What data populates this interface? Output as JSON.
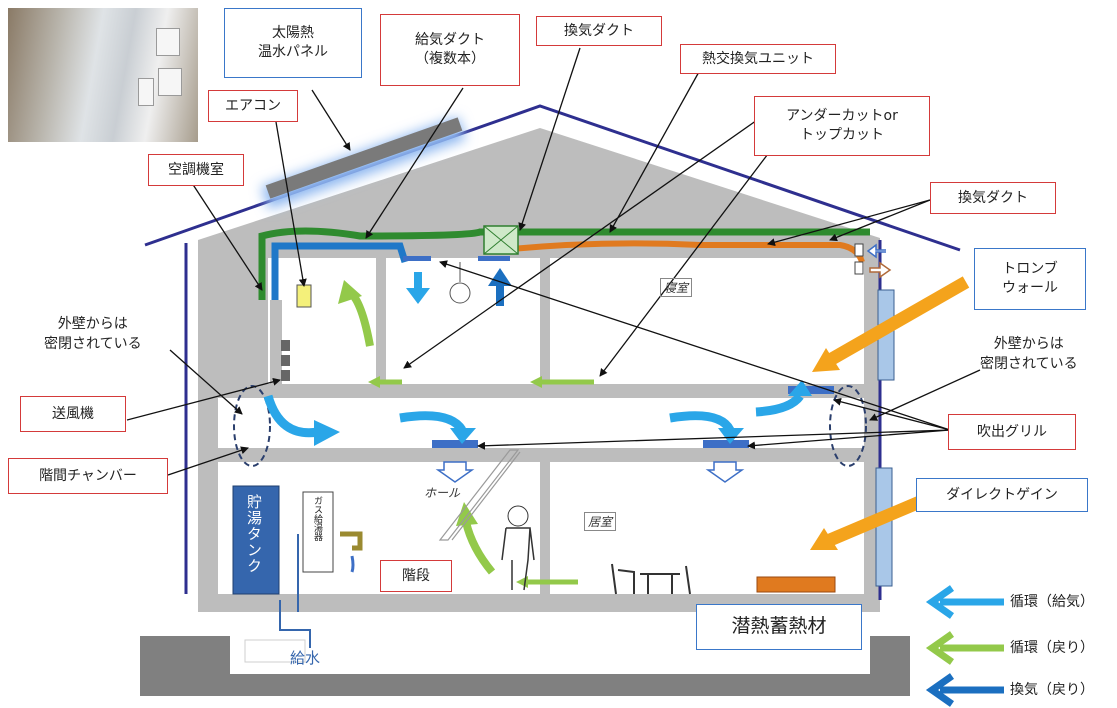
{
  "labels": {
    "solar_panel": [
      "太陽熱",
      "温水パネル"
    ],
    "supply_duct": [
      "給気ダクト",
      "（複数本）"
    ],
    "vent_duct_top": "換気ダクト",
    "hrv_unit": "熱交換気ユニット",
    "aircon": "エアコン",
    "undercut": [
      "アンダーカットor",
      "トップカット"
    ],
    "hvac_room": "空調機室",
    "vent_duct_right": "換気ダクト",
    "trombe_wall": [
      "トロンブ",
      "ウォール"
    ],
    "sealed_left": [
      "外壁からは",
      "密閉されている"
    ],
    "sealed_right": [
      "外壁からは",
      "密閉されている"
    ],
    "blower": "送風機",
    "outlet_grille": "吹出グリル",
    "chamber": "階間チャンバー",
    "direct_gain": "ダイレクトゲイン",
    "stairs": "階段",
    "latent_storage": "潜熱蓄熱材"
  },
  "rooms": {
    "bedroom": "寝室",
    "hall": "ホール",
    "living": "居室"
  },
  "equipment": {
    "tank": "貯湯タンク",
    "gas_heater": "ガス給湯器",
    "water_supply": "給水"
  },
  "legend": [
    {
      "label": "循環（給気）",
      "color": "#2aa6e8"
    },
    {
      "label": "循環（戻り）",
      "color": "#93c94a"
    },
    {
      "label": "換気（戻り）",
      "color": "#1b6fc0"
    }
  ],
  "colors": {
    "house_gray": "#bdbdbd",
    "roof_line": "#2e2f8f",
    "green_duct": "#2f8b2f",
    "orange_duct": "#e07a1f",
    "blue_duct": "#1f78c8",
    "sun_arrow": "#f4a31c",
    "label_border_red": "#d43a3a",
    "label_border_blue": "#3a77c9"
  }
}
